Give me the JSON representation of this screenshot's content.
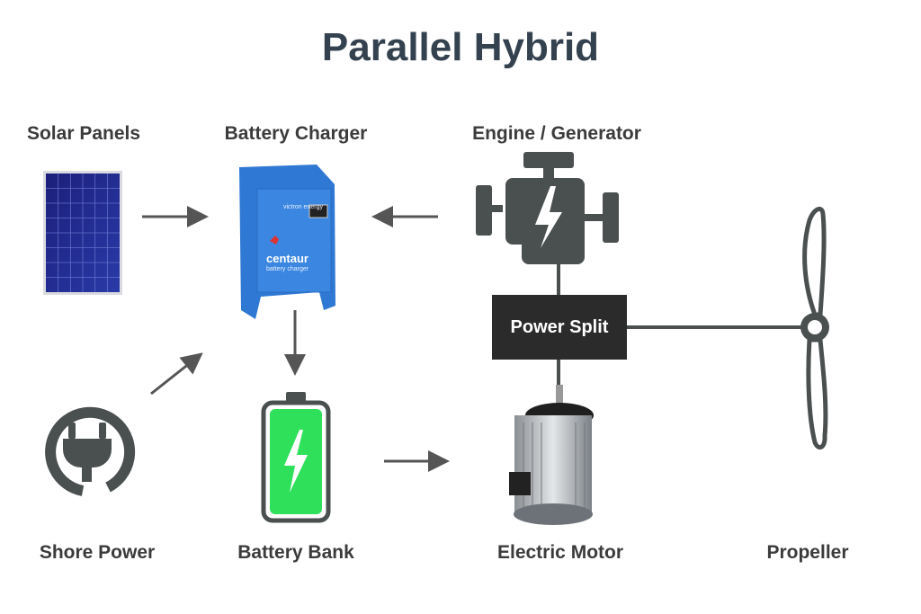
{
  "title": "Parallel Hybrid",
  "nodes": {
    "solar": "Solar Panels",
    "charger": "Battery Charger",
    "engine": "Engine / Generator",
    "shore": "Shore Power",
    "battery": "Battery Bank",
    "motor": "Electric Motor",
    "propeller": "Propeller",
    "power_split": "Power Split"
  },
  "charger_product": {
    "brand": "victron energy",
    "model": "centaur",
    "subtitle": "battery charger"
  },
  "colors": {
    "title": "#34424f",
    "icon": "#4a4f4f",
    "arrow": "#555555",
    "charger_blue": "#2f78d4",
    "battery_green": "#2ee05a",
    "power_split_bg": "#2b2b2b"
  }
}
